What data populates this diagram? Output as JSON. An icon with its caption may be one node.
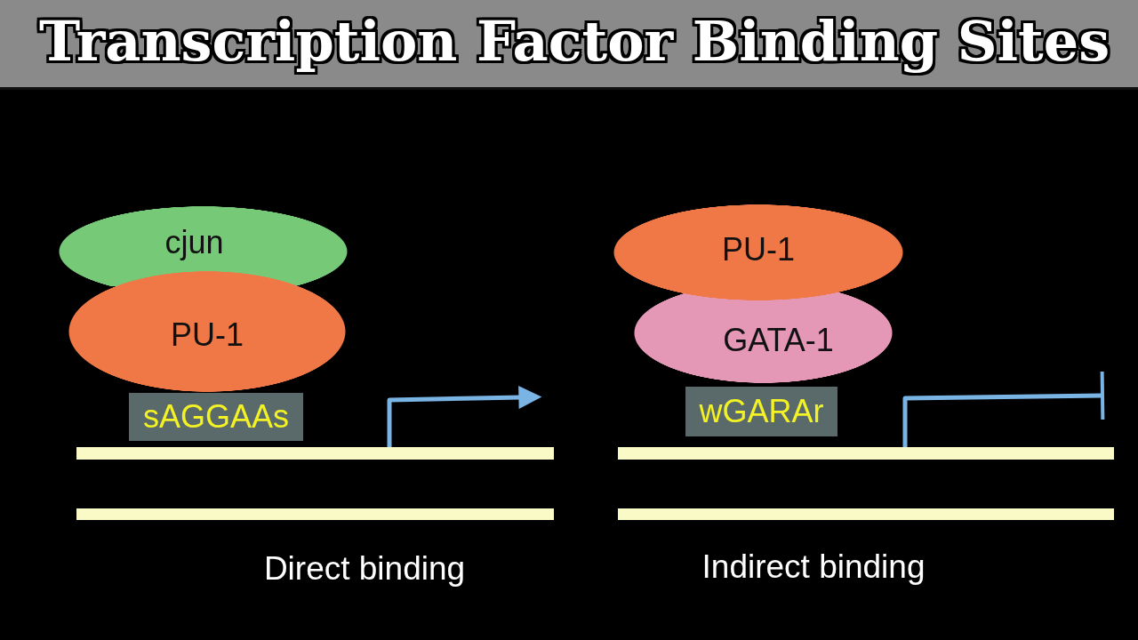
{
  "diagram": {
    "title": "Transcription Factor Binding Sites",
    "nodes": [
      {
        "text": [
          "cjun"
        ]
      },
      {
        "text": [
          "PU-1"
        ]
      },
      {
        "text": [
          "sAGGAAs"
        ]
      },
      {
        "text": [],
        "shape": "bar"
      },
      {
        "text": [],
        "shape": "bar"
      },
      {
        "text": [
          "PU-1"
        ]
      },
      {
        "text": [
          "GATA-1"
        ]
      },
      {
        "text": [
          "wGARAr"
        ]
      },
      {
        "text": [],
        "shape": "bar"
      },
      {
        "text": [],
        "shape": "bar"
      }
    ],
    "edges": [
      {
        "from": 3,
        "to": null,
        "arrow": "to"
      },
      {
        "from": 8,
        "to": null,
        "arrow": "other"
      }
    ],
    "labels": [
      "Direct binding",
      "Indirect binding"
    ]
  }
}
